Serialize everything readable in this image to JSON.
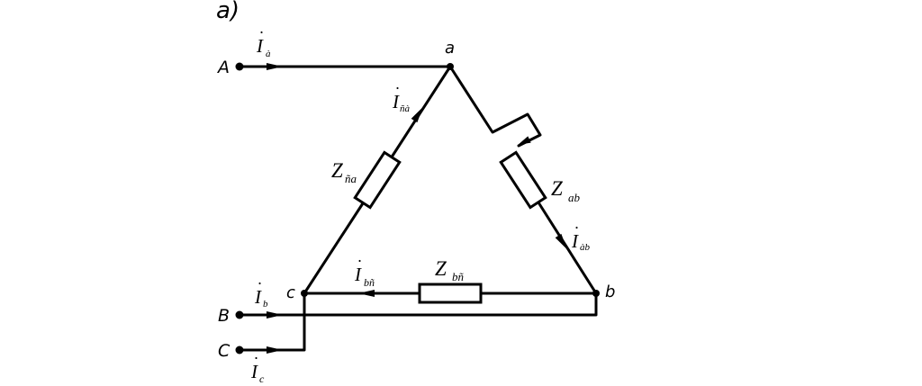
{
  "figure_label": "a)",
  "nodes": {
    "a": "a",
    "b": "b",
    "c": "c"
  },
  "terminals": {
    "A": "A",
    "B": "B",
    "C": "C"
  },
  "line_currents": {
    "a": {
      "symbol": "I",
      "dot": "·",
      "sub": "à"
    },
    "b": {
      "symbol": "I",
      "dot": "·",
      "sub": "b"
    },
    "c": {
      "symbol": "I",
      "dot": "·",
      "sub": "c"
    }
  },
  "phase_currents": {
    "ca": {
      "symbol": "I",
      "dot": "·",
      "sub": "ñà"
    },
    "ab": {
      "symbol": "I",
      "dot": "·",
      "sub": "àb"
    },
    "bc": {
      "symbol": "I",
      "dot": "·",
      "sub": "bñ"
    }
  },
  "impedances": {
    "ca": {
      "symbol": "Z",
      "sub": "ña"
    },
    "ab": {
      "symbol": "Z",
      "sub": "ab"
    },
    "bc": {
      "symbol": "Z",
      "sub": "bñ"
    }
  }
}
